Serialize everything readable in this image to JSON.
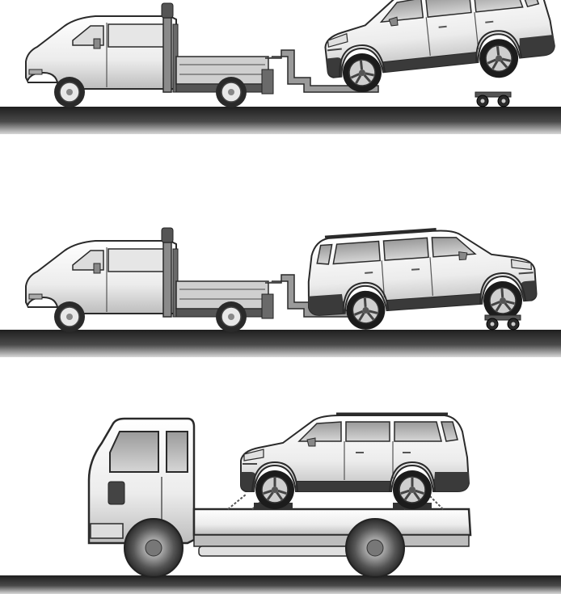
{
  "scenes": [
    {
      "name": "wheel-lift-front-raised",
      "vehicle": "suv",
      "towed_end": "front-lifted",
      "rear_on": "dolly"
    },
    {
      "name": "wheel-lift-rear-raised",
      "vehicle": "suv",
      "towed_end": "rear-lifted",
      "front_on": "dolly"
    },
    {
      "name": "flatbed",
      "vehicle": "suv",
      "carrier": "flatbed-truck"
    }
  ],
  "colors": {
    "ground": "#3a3a3a",
    "outline": "#2a2a2a",
    "body_light": "#f2f2f2",
    "body_shade": "#cfcfcf",
    "tire": "#1e1e1e"
  }
}
